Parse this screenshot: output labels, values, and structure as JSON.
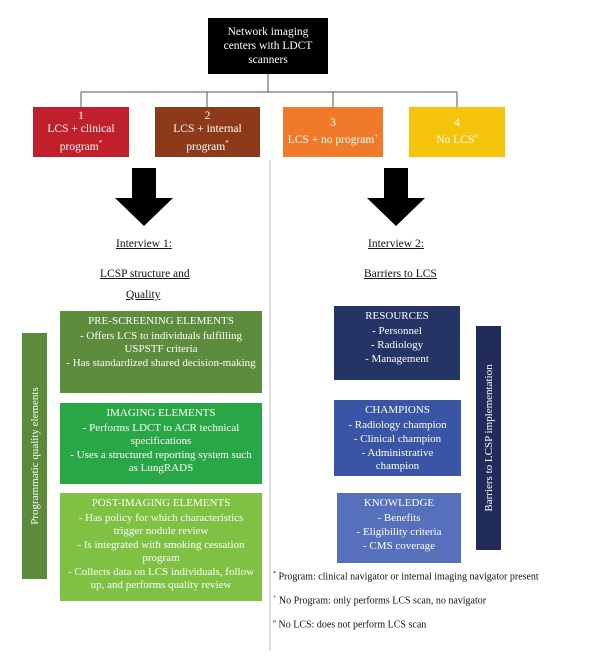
{
  "root": {
    "lines": [
      "Network imaging",
      "centers with LDCT",
      "scanners"
    ]
  },
  "categories": [
    {
      "num": "1",
      "lines": [
        "LCS + clinical",
        "program"
      ],
      "mark": "*"
    },
    {
      "num": "2",
      "lines": [
        "LCS + internal",
        "program"
      ],
      "mark": "*"
    },
    {
      "num": "3",
      "lines": [
        "LCS + no program"
      ],
      "mark": "+"
    },
    {
      "num": "4",
      "lines": [
        "No LCS"
      ],
      "mark": "o"
    }
  ],
  "left": {
    "heading1": "Interview 1:",
    "heading2": "LCSP structure and",
    "heading3": "Quality",
    "side_label": "Programmatic quality elements",
    "panels": [
      {
        "title": "PRE-SCREENING ELEMENTS",
        "items": [
          "- Offers LCS to individuals fulfilling USPSTF criteria",
          "- Has standardized shared decision-making"
        ]
      },
      {
        "title": "IMAGING ELEMENTS",
        "items": [
          "- Performs LDCT to ACR technical specifications",
          "- Uses a structured reporting system such as LungRADS"
        ]
      },
      {
        "title": "POST-IMAGING ELEMENTS",
        "items": [
          "- Has policy for which characteristics trigger nodule review",
          "- Is integrated with smoking cessation program",
          "- Collects data on LCS individuals, follow up, and performs quality review"
        ]
      }
    ]
  },
  "right": {
    "heading1": "Interview 2:",
    "heading2": "Barriers to LCS",
    "side_label": "Barriers to LCSP implementation",
    "panels": [
      {
        "title": "RESOURCES",
        "items": [
          "- Personnel",
          "- Radiology",
          "- Management"
        ]
      },
      {
        "title": "CHAMPIONS",
        "items": [
          "- Radiology champion",
          "- Clinical champion",
          "- Administrative champion"
        ]
      },
      {
        "title": "KNOWLEDGE",
        "items": [
          "- Benefits",
          "- Eligibility criteria",
          "- CMS coverage"
        ]
      }
    ]
  },
  "footnotes": [
    {
      "mark": "*",
      "text": "Program: clinical navigator or internal imaging navigator present"
    },
    {
      "mark": "+",
      "text": "No Program: only performs LCS scan, no navigator"
    },
    {
      "mark": "o",
      "text": "No LCS: does not perform LCS scan"
    }
  ],
  "colors": {
    "cat1": "#c0202b",
    "cat2": "#8c3a1a",
    "cat3": "#ee7a2a",
    "cat4": "#f4c40d",
    "pre": "#5d8c3c",
    "imaging": "#29a746",
    "post": "#7fc142",
    "resources": "#253466",
    "champions": "#3a55a5",
    "knowledge": "#5670bc"
  }
}
